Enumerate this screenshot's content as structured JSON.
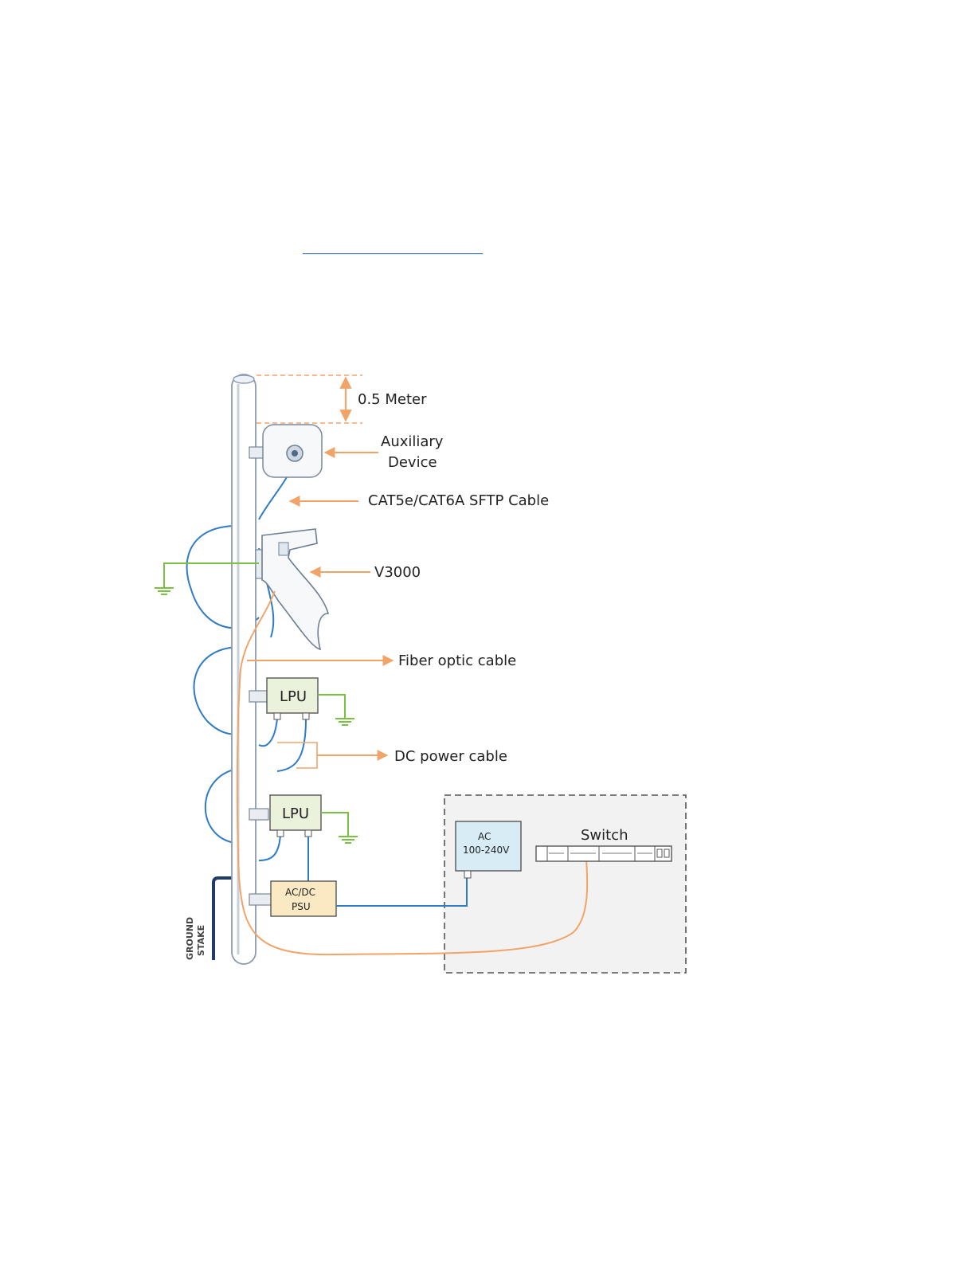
{
  "labels": {
    "height": "0.5 Meter",
    "aux_line1": "Auxiliary",
    "aux_line2": "Device",
    "cat_cable": "CAT5e/CAT6A SFTP Cable",
    "v3000": "V3000",
    "fiber": "Fiber optic cable",
    "dc_power": "DC power cable",
    "lpu1": "LPU",
    "lpu2": "LPU",
    "psu_line1": "AC/DC",
    "psu_line2": "PSU",
    "ac_line1": "AC",
    "ac_line2": "100-240V",
    "switch": "Switch",
    "stake_line1": "GROUND",
    "stake_line2": "STAKE"
  },
  "colors": {
    "ethernet": "#2f7bc4",
    "fiber": "#f2a468",
    "ground": "#7ac043",
    "lpu_fill": "#eaf2dc",
    "psu_fill": "#fbe9c4",
    "ac_fill": "#d7ecf5",
    "enclosure_fill": "#f2f2f2"
  }
}
